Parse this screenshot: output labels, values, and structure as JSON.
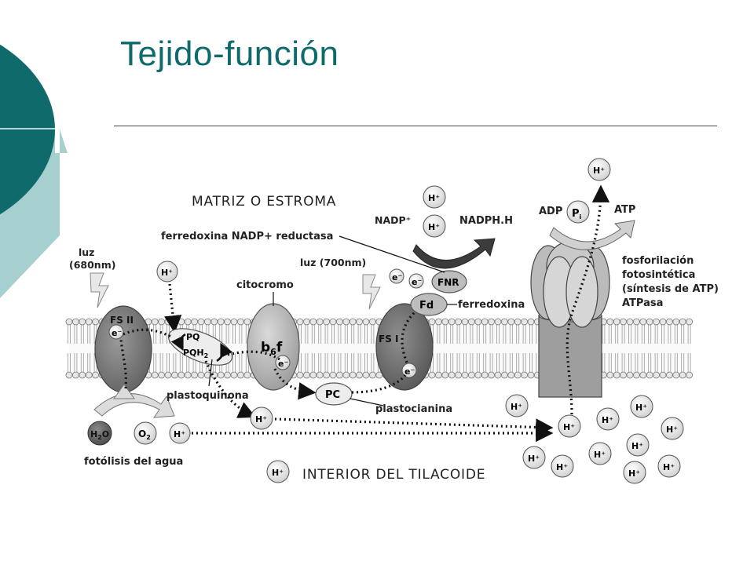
{
  "slide": {
    "title": "Tejido-función",
    "colors": {
      "teal_dark": "#0f6b6b",
      "teal_light": "#a6cfd0"
    }
  },
  "diagram": {
    "stroma_label": "MATRIZ O ESTROMA",
    "lumen_label": "INTERIOR DEL TILACOIDE",
    "light_psii": [
      "luz",
      "(680nm)"
    ],
    "light_psi": "luz (700nm)",
    "fnr_enzyme_label": "ferredoxina NADP+ reductasa",
    "cytochrome_label": "citocromo",
    "ferredoxin_label": "ferredoxina",
    "plastoquinone_label": "plastoquinona",
    "plastocyanin_label": "plastocianina",
    "photolysis_label": "fotólisis del agua",
    "atp_synthase_labels": [
      "fosforilación",
      "fotosintética",
      "(síntesis de ATP)",
      "ATPasa"
    ],
    "psii": "FS II",
    "psi": "FS I",
    "b6f": "b",
    "b6f_sub": "6",
    "b6f_tail": "f",
    "pq": "PQ",
    "pqh2": "PQH",
    "pqh2_sub": "2",
    "pc": "PC",
    "fd": "Fd",
    "fnr": "FNR",
    "electron": "e⁻",
    "proton": "H⁺",
    "nadp": "NADP⁺",
    "nadph": "NADPH.H",
    "adp": "ADP",
    "pi": "P",
    "pi_sub": "i",
    "atp": "ATP",
    "water": "H",
    "water_sub": "2",
    "water_tail": "O",
    "oxygen": "O",
    "oxygen_sub": "2"
  }
}
